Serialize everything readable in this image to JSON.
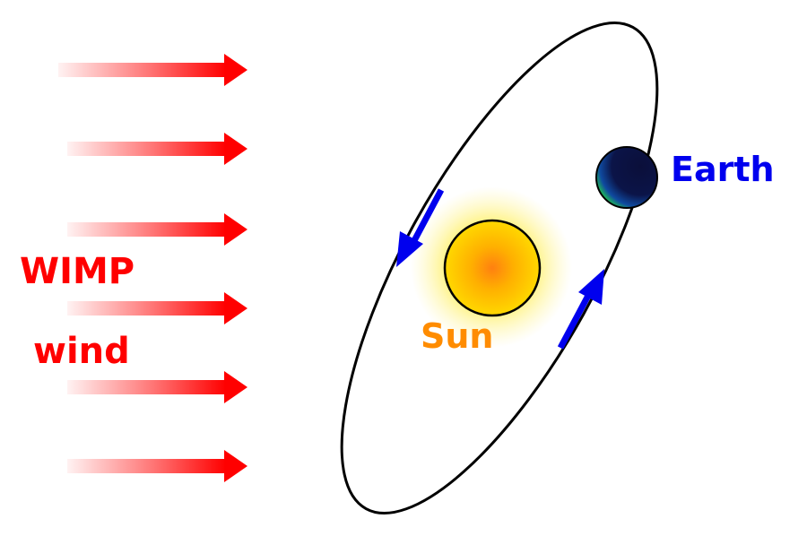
{
  "labels": {
    "wimp_line1": "WIMP",
    "wimp_line2": "wind",
    "sun": "Sun",
    "earth": "Earth"
  },
  "colors": {
    "wind": "#ff0000",
    "sun_label": "#ff8c00",
    "earth_label": "#0000ee",
    "orbit": "#000000",
    "motion_arrows": "#0000ee",
    "sun_core": "#ffd000",
    "sun_center": "#ff8a10",
    "sun_glow": "#fff27a",
    "earth_dark": "#0b0f3a",
    "earth_light": "#1fbf52"
  },
  "wind_arrow_count": 6,
  "icons": {
    "wind": "right-arrow-icon",
    "motion": "orbit-direction-arrow-icon"
  }
}
